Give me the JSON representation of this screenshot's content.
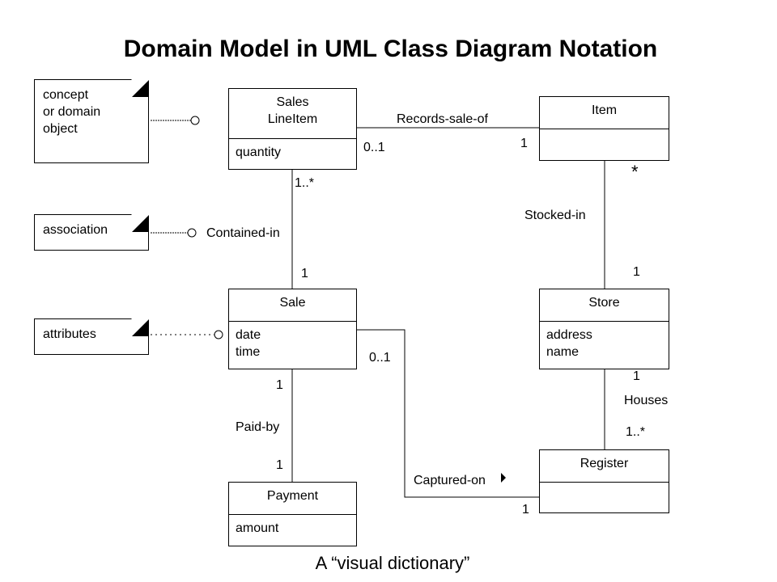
{
  "title": "Domain Model in UML Class Diagram Notation",
  "caption": "A “visual dictionary”",
  "classes": {
    "sales_line_item": {
      "name": "Sales\nLineItem",
      "attributes": "quantity"
    },
    "item": {
      "name": "Item",
      "attributes": ""
    },
    "sale": {
      "name": "Sale",
      "attributes": "date\ntime"
    },
    "store": {
      "name": "Store",
      "attributes": "address\nname"
    },
    "payment": {
      "name": "Payment",
      "attributes": "amount"
    },
    "register": {
      "name": "Register",
      "attributes": ""
    }
  },
  "notes": {
    "concept": "concept\nor domain\nobject",
    "association": "association",
    "attributes": "attributes"
  },
  "associations": {
    "records_sale_of": {
      "label": "Records-sale-of",
      "near_end": "0..1",
      "far_end": "1"
    },
    "contained_in": {
      "label": "Contained-in",
      "near_end": "1..*",
      "far_end": "1"
    },
    "stocked_in": {
      "label": "Stocked-in",
      "near_end": "*",
      "far_end": "1"
    },
    "paid_by": {
      "label": "Paid-by",
      "near_end": "1",
      "far_end": "1"
    },
    "houses": {
      "label": "Houses",
      "near_end": "1",
      "far_end": "1..*"
    },
    "captured_on": {
      "label": "Captured-on",
      "near_end": "0..1",
      "far_end": "1"
    }
  }
}
